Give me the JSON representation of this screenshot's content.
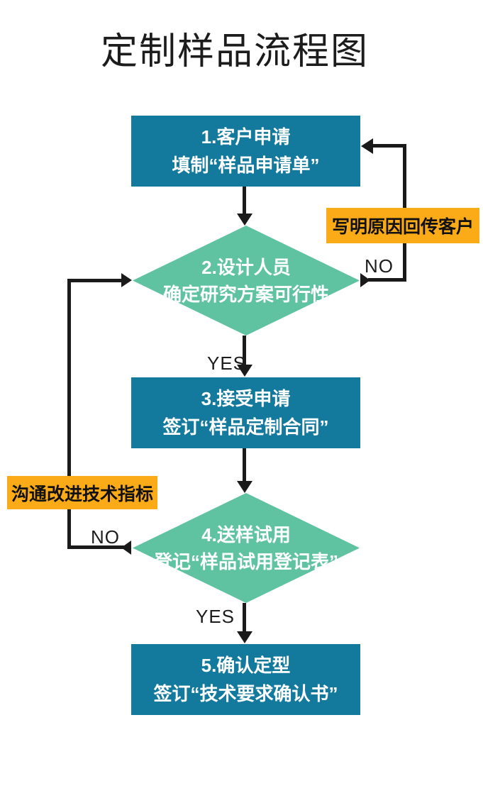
{
  "title": "定制样品流程图",
  "colors": {
    "process_box": "#137a9d",
    "decision_diamond": "#5fc3a1",
    "note_background": "#fbab18",
    "line": "#1a1a1a",
    "node_text": "#ffffff",
    "note_text": "#111111"
  },
  "nodes": [
    {
      "id": "step1",
      "type": "process",
      "line1": "1.客户申请",
      "line2": "填制“样品申请单”"
    },
    {
      "id": "step2",
      "type": "decision",
      "line1": "2.设计人员",
      "line2": "确定研究方案可行性"
    },
    {
      "id": "step3",
      "type": "process",
      "line1": "3.接受申请",
      "line2": "签订“样品定制合同”"
    },
    {
      "id": "step4",
      "type": "decision",
      "line1": "4.送样试用",
      "line2": "登记“样品试用登记表”"
    },
    {
      "id": "step5",
      "type": "process",
      "line1": "5.确认定型",
      "line2": "签订“技术要求确认书”"
    }
  ],
  "edge_labels": {
    "yes1": "YES",
    "no_right": "NO",
    "yes2": "YES",
    "no_left": "NO"
  },
  "notes": {
    "return_to_customer": "写明原因回传客户",
    "improve_specs": "沟通改进技术指标"
  }
}
